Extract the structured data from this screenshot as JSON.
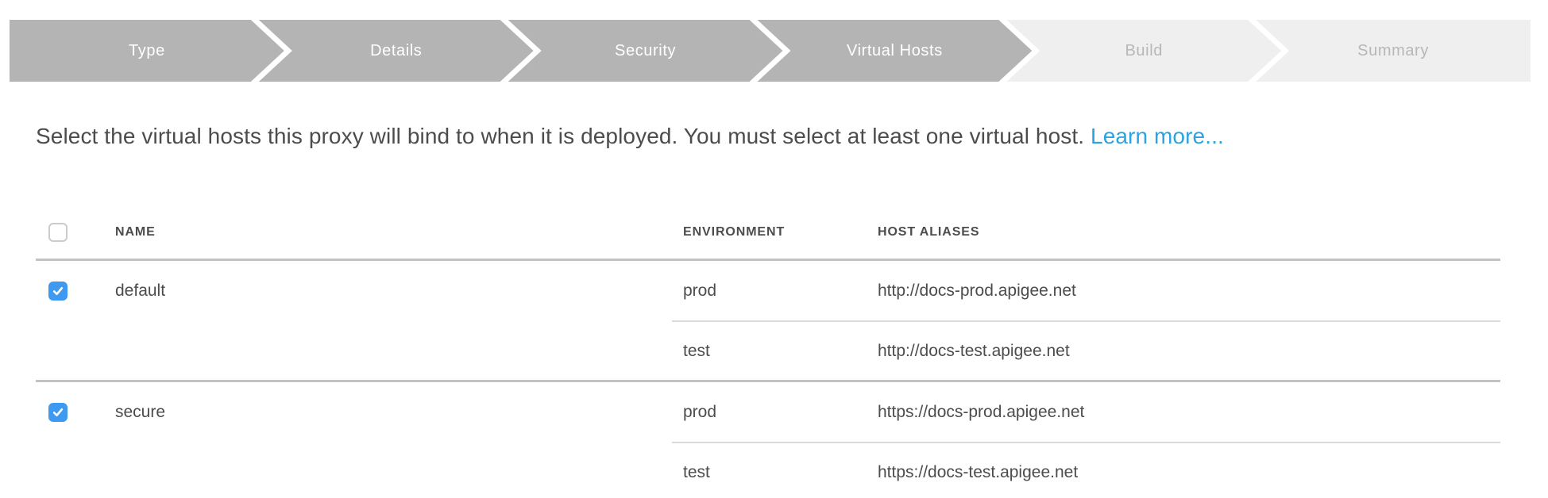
{
  "stepper": {
    "steps": [
      {
        "label": "Type",
        "state": "done"
      },
      {
        "label": "Details",
        "state": "done"
      },
      {
        "label": "Security",
        "state": "done"
      },
      {
        "label": "Virtual Hosts",
        "state": "active"
      },
      {
        "label": "Build",
        "state": "upcoming"
      },
      {
        "label": "Summary",
        "state": "upcoming"
      }
    ]
  },
  "description": {
    "text": "Select the virtual hosts this proxy will bind to when it is deployed. You must select at least one virtual host.",
    "link_label": "Learn more..."
  },
  "table": {
    "columns": {
      "name": "NAME",
      "environment": "ENVIRONMENT",
      "host_aliases": "HOST ALIASES"
    },
    "header_checkbox_checked": false,
    "groups": [
      {
        "name": "default",
        "checked": true,
        "rows": [
          {
            "environment": "prod",
            "host_alias": "http://docs-prod.apigee.net"
          },
          {
            "environment": "test",
            "host_alias": "http://docs-test.apigee.net"
          }
        ]
      },
      {
        "name": "secure",
        "checked": true,
        "rows": [
          {
            "environment": "prod",
            "host_alias": "https://docs-prod.apigee.net"
          },
          {
            "environment": "test",
            "host_alias": "https://docs-test.apigee.net"
          }
        ]
      }
    ]
  },
  "colors": {
    "step_active_bg": "#b4b4b4",
    "step_upcoming_bg": "#efefef",
    "step_upcoming_text": "#b7b7b7",
    "text_dark": "#4c4c4c",
    "link_blue": "#2ba3e0",
    "checkbox_blue": "#3d9af0",
    "divider_dark": "#c2c2c2",
    "divider_light": "#dadada"
  }
}
